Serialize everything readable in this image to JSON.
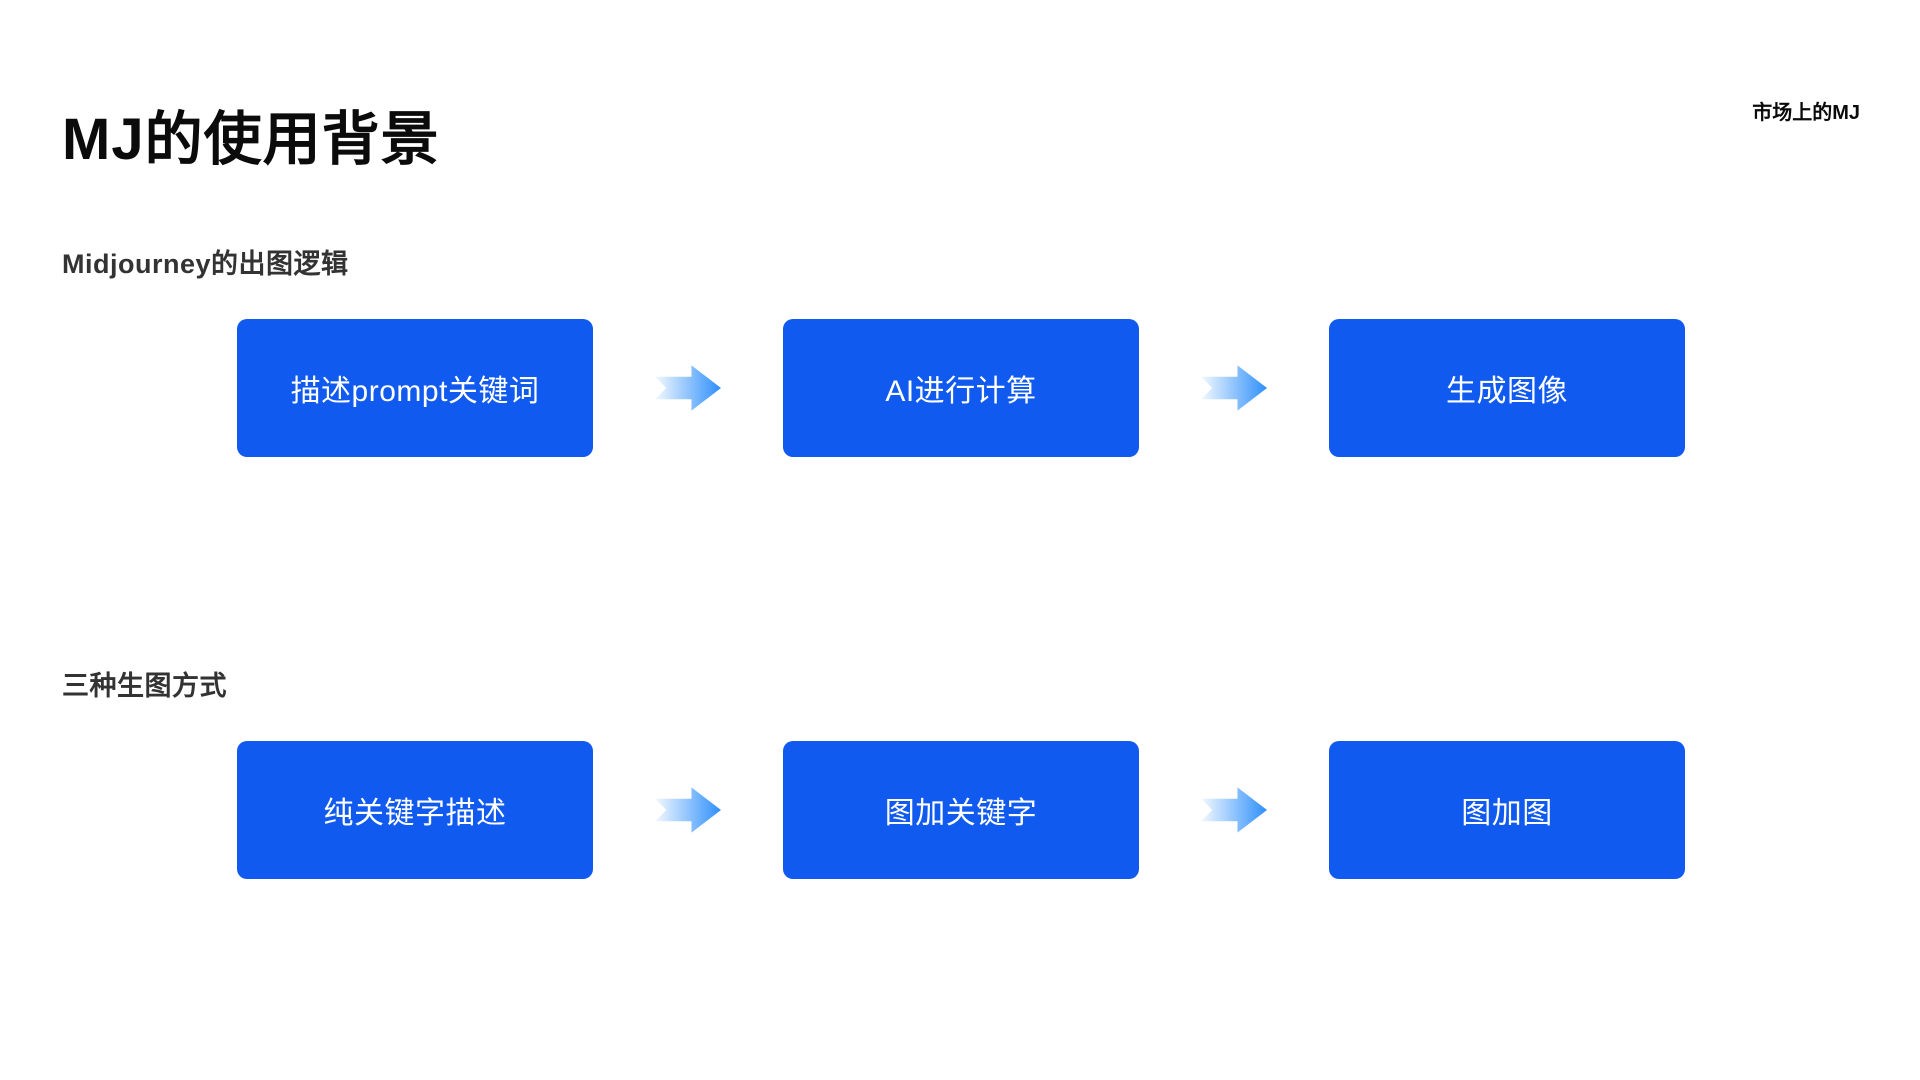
{
  "header": {
    "title": "MJ的使用背景",
    "corner_note": "市场上的MJ"
  },
  "sections": [
    {
      "heading": "Midjourney的出图逻辑",
      "steps": [
        "描述prompt关键词",
        "AI进行计算",
        "生成图像"
      ]
    },
    {
      "heading": "三种生图方式",
      "steps": [
        "纯关键字描述",
        "图加关键字",
        "图加图"
      ]
    }
  ],
  "icons": {
    "flow_arrow": "right-block-arrow"
  },
  "colors": {
    "box_blue": "#115AF0",
    "arrow_gradient_start": "#F3F9FF",
    "arrow_gradient_end": "#2E8FFB",
    "heading_text": "#333333",
    "title_text": "#0b0b0b",
    "box_text": "#ffffff",
    "background": "#ffffff"
  }
}
